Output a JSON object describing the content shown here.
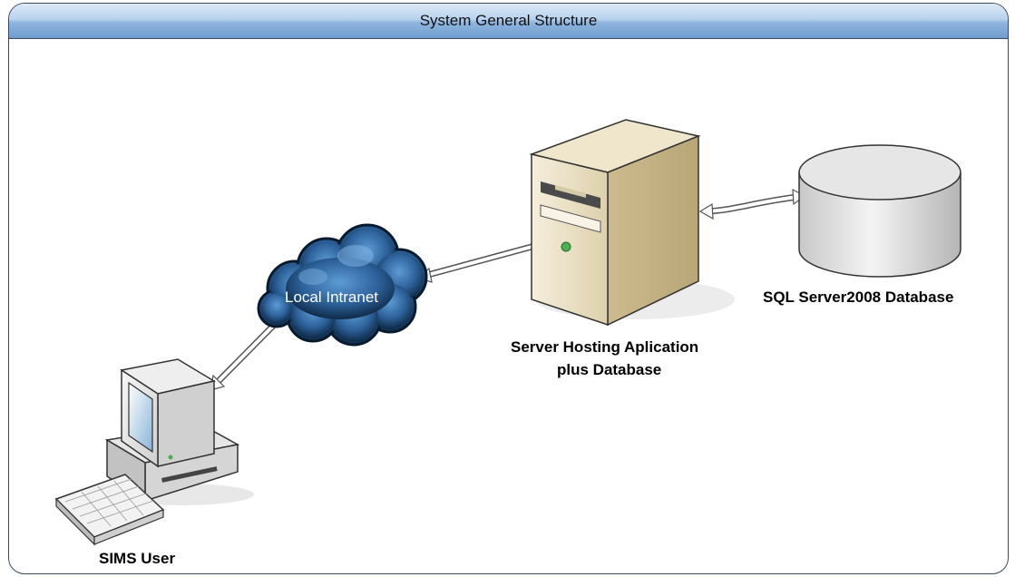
{
  "title": "System General Structure",
  "nodes": {
    "user": {
      "label": "SIMS User",
      "icon": "desktop-computer-icon"
    },
    "intranet": {
      "label": "Local  Intranet",
      "icon": "network-cloud-icon"
    },
    "server": {
      "label_line1": "Server Hosting Aplication",
      "label_line2": "plus Database",
      "icon": "tower-server-icon"
    },
    "database": {
      "label": "SQL Server2008 Database",
      "icon": "database-cylinder-icon"
    }
  },
  "colors": {
    "title_bar": "#8fb5de",
    "cloud": "#2f6aa6",
    "server": "#ece1c4",
    "database": "#d9d9d9"
  }
}
